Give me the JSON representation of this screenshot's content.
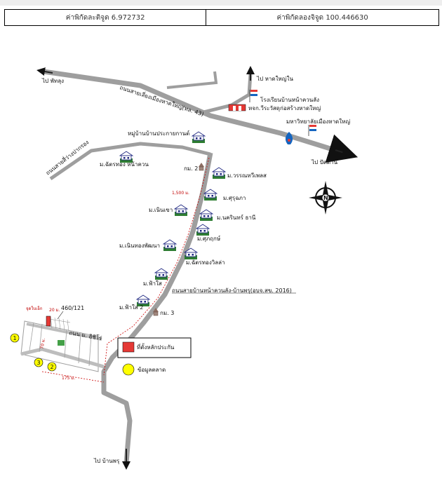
{
  "coordinates": {
    "latitude_label": "ค่าพิกัดละติจูด 6.972732",
    "longitude_label": "ค่าพิกัดลองจิจูด 100.446630"
  },
  "directions": {
    "phatthalung": "ไป พัทลุง",
    "hatyai_nai": "ไป หาดใหญ่ใน",
    "pattani": "ไป ปัตตานี",
    "ban_phru": "ไป บ้านพรุ"
  },
  "roads": {
    "main_bypass": "ถนนสายเลี่ยงเมืองหาดใหญ่(ทล. 43)",
    "ban_rai_road": "ถนนสายบ้านหน้าควนลัง-บ้านพรุ(อบจ.สข. 2016)",
    "khlong_road": "ถนนสายสี่ว่างปากรอง",
    "soi": "ถนน ม. อิชิโร่"
  },
  "places": {
    "school": "โรงเรียนบ้านหน้าควนลัง",
    "school2": "หจก.วีระวัสดุก่อสร้างหาดใหญ่",
    "university": "มหาวิทยาลัยเมืองหาดใหญ่",
    "village_center": "หมู่บ้านบ้านประกายกานต์",
    "km2": "กม. 2",
    "km3": "กม. 3",
    "distance_1500": "1,500 ม.",
    "distance_175": "175 ม.",
    "distance_20": "20 ม.",
    "distance_70": "70 ม.",
    "plot_number": "460/121",
    "starting_point": "จุดใบเอ็ก"
  },
  "villages": {
    "v1": "ม.ฉัตรทอง หน้าควน",
    "v2": "ม.วรรณทวีเพลส",
    "v3": "ม.ศุรุฉภา",
    "v4": "ม.เนินเขา",
    "v5": "ม.นครินทร์ ธานี",
    "v6": "ม.ศุภฤกษ์",
    "v7": "ม.เนินทองพัฒนา",
    "v8": "ม.ฉัตรทองวิลล่า",
    "v9": "ม.ฟ้าใส",
    "v10": "ม.ฟ้าใส 2"
  },
  "legend": {
    "collateral": "ที่ตั้งหลักประกัน",
    "market_data": "ข้อมูลตลาด"
  },
  "markers": {
    "m1": "1",
    "m2": "2",
    "m3": "3"
  },
  "compass": {
    "north": "N"
  },
  "colors": {
    "road": "#999999",
    "collateral": "#e53935",
    "marker": "#ffff00",
    "distance_line": "#cc0000"
  }
}
